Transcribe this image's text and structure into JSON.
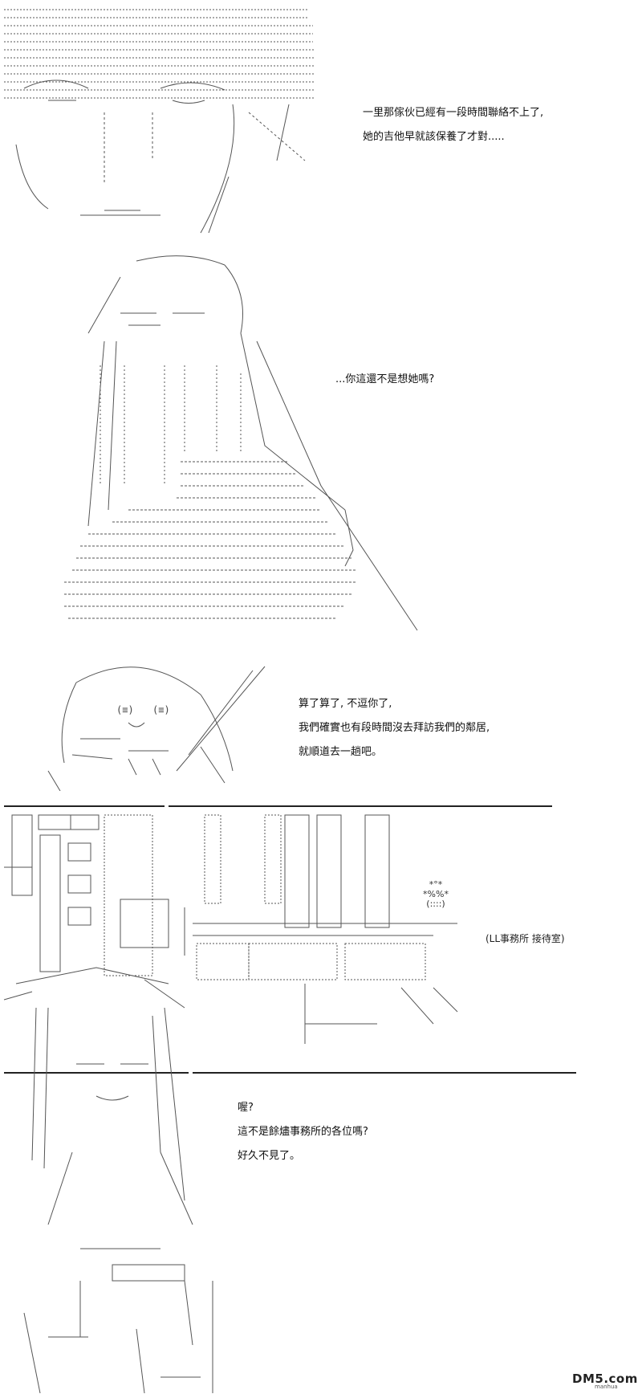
{
  "panels": [
    {
      "id": "panel-1",
      "lines": [
        "一里那傢伙已經有一段時間聯絡不上了,",
        "她的吉他早就該保養了才對....."
      ]
    },
    {
      "id": "panel-2",
      "lines": [
        "...你這還不是想她嗎?"
      ]
    },
    {
      "id": "panel-3",
      "lines": [
        "算了算了, 不逗你了,",
        "我們確實也有段時間沒去拜訪我們的鄰居,",
        "就順道去一趟吧。"
      ]
    },
    {
      "id": "panel-4",
      "caption": "(LL事務所  接待室)",
      "sign": [
        "*°*",
        "*%%*",
        "(::::)"
      ]
    },
    {
      "id": "panel-5",
      "lines": [
        "喔?",
        "這不是餘燼事務所的各位嗎?",
        "好久不見了。"
      ]
    }
  ],
  "watermark": {
    "logo": "DM5.com",
    "sub": "manhua"
  }
}
